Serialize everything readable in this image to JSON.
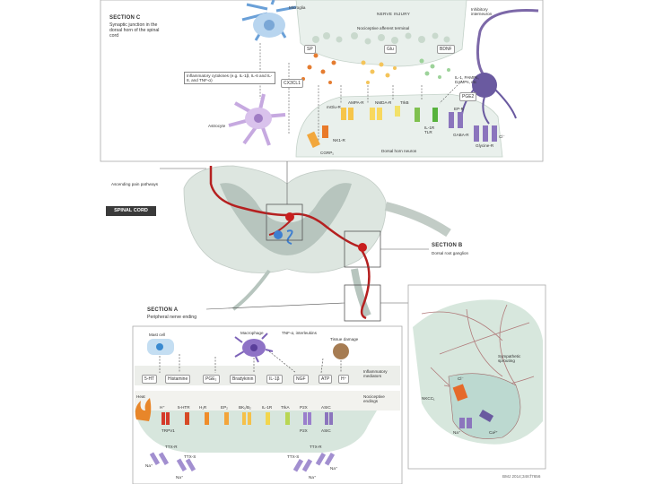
{
  "section_c": {
    "title": "SECTION C",
    "desc": "Synaptic junction in the dorsal horn of the spinal cord"
  },
  "top": {
    "microglia": "Microglia",
    "astrocyte": "Astrocyte",
    "nerve_injury": "NERVE INJURY",
    "afferent": "Nociceptive afferent terminal",
    "inhibitory": "Inhibitory interneuron",
    "cytokines": "Inflammatory cytokines (e.g. IL-1β, IL-6 and IL-8, and TNF-α)",
    "cx3cl1": "CX3CL1",
    "sp": "SP",
    "glu": "Glu",
    "bdnf": "BDNF",
    "il_damps": "IL-1, PAMPs, DAMPs, etc",
    "pge2": "PGE2",
    "mglur": "mGlu-R",
    "ampar": "AMPA-R",
    "nmdar": "NMDA-R",
    "trkb": "TrkB",
    "il1r": "IL-1R TLR",
    "ep_r": "EP-R",
    "gabaar": "GABA-R",
    "glycine": "Glycine-R",
    "cl": "Cl⁻",
    "nk1r": "NK1-R",
    "cgrp": "CGRP₁",
    "dorsal_neuron": "Dorsal horn neuron"
  },
  "mid": {
    "ascending": "Ascending pain pathways",
    "spinal_cord": "SPINAL CORD",
    "section_b": "SECTION B",
    "drg": "Dorsal root ganglion"
  },
  "section_a": {
    "title": "SECTION A",
    "desc": "Peripheral nerve ending",
    "mast": "Mast cell",
    "macrophage": "Macrophage",
    "tnf": "TNF-α, interleukins",
    "tissue": "Tissue damage",
    "heat": "Heat",
    "mediators": [
      "5-HT",
      "Histamine",
      "PGE₂",
      "Bradykinin",
      "IL-1β",
      "NGF",
      "ATP",
      "H⁺"
    ],
    "mediators_label": "Inflammatory mediators",
    "receptors": [
      "H⁺",
      "5-HTR",
      "H₁R",
      "EP₂",
      "BK₁/B₂",
      "IL-1R",
      "TrkA",
      "P2X",
      "ASIC"
    ],
    "endings": "Nociceptive endings",
    "trpv1": "TRPV1",
    "ttx_r": "TTX-R",
    "ttx_s": "TTX-S",
    "na": "Na⁺",
    "p2x": "P2X",
    "asic": "ASIC"
  },
  "section_b_detail": {
    "sympathetic": "Sympathetic sprouting",
    "na": "Na⁺",
    "nkcc": "NKCC₁",
    "cl": "Cl⁻",
    "ca": "Ca²⁺"
  },
  "credit": "BMJ 2014;348:f7656"
}
